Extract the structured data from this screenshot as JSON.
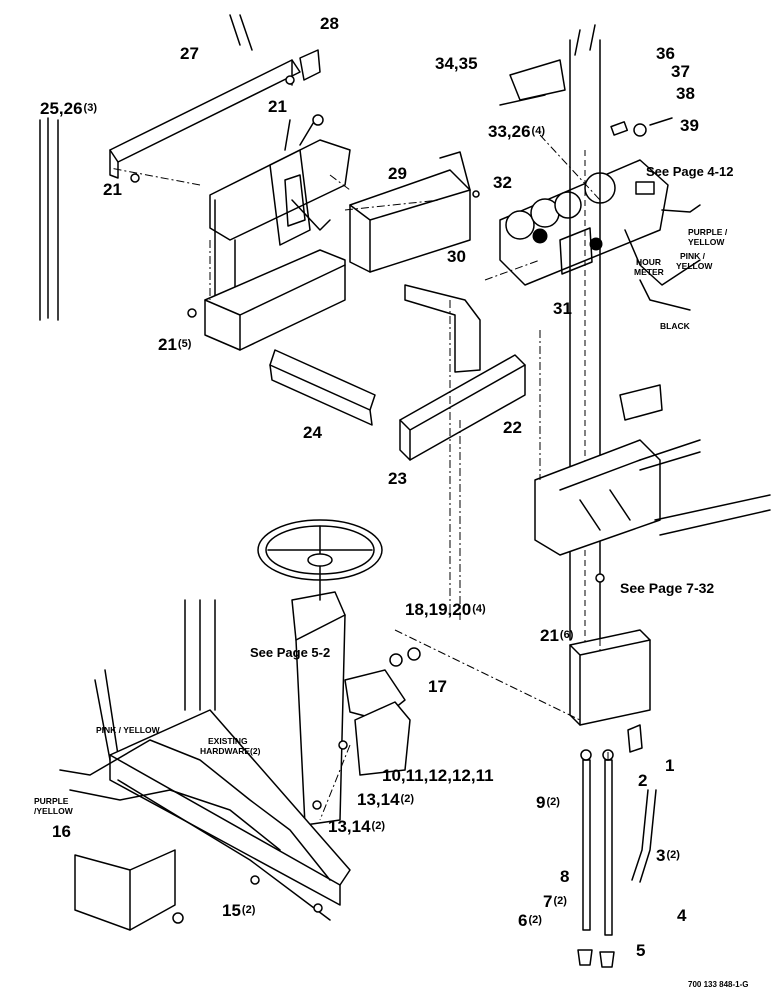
{
  "labels": {
    "l1": "1",
    "l2": "2",
    "l3": "3",
    "l3q": "(2)",
    "l4": "4",
    "l5": "5",
    "l6": "6",
    "l6q": "(2)",
    "l7": "7",
    "l7q": "(2)",
    "l8": "8",
    "l9": "9",
    "l9q": "(2)",
    "l10": "10,11,12,12,11",
    "l13a": "13,14",
    "l13aq": "(2)",
    "l13b": "13,14",
    "l13bq": "(2)",
    "l15": "15",
    "l15q": "(2)",
    "l16": "16",
    "l17": "17",
    "l18": "18,19,20",
    "l18q": "(4)",
    "l21a": "21",
    "l21b": "21",
    "l21c": "21",
    "l21cq": "(5)",
    "l21d": "21",
    "l21dq": "(6)",
    "l22": "22",
    "l23": "23",
    "l24": "24",
    "l25": "25,26",
    "l25q": "(3)",
    "l27": "27",
    "l28": "28",
    "l29": "29",
    "l30": "30",
    "l31": "31",
    "l32": "32",
    "l33": "33,26",
    "l33q": "(4)",
    "l34": "34,35",
    "l36": "36",
    "l37": "37",
    "l38": "38",
    "l39": "39"
  },
  "references": {
    "page_4_12": "See Page 4-12",
    "page_7_32": "See Page 7-32",
    "page_5_2": "See Page 5-2"
  },
  "wire_labels": {
    "purple_yellow_top_1": "PURPLE /",
    "purple_yellow_top_2": "YELLOW",
    "pink_yellow_top_1": "PINK /",
    "pink_yellow_top_2": "YELLOW",
    "hour_meter_1": "HOUR",
    "hour_meter_2": "METER",
    "black": "BLACK",
    "pink_yellow_bottom": "PINK / YELLOW",
    "existing_hw_1": "EXISTING",
    "existing_hw_2": "HARDWARE(2)",
    "purple_yellow_bottom_1": "PURPLE",
    "purple_yellow_bottom_2": "/YELLOW"
  },
  "drawing_code": "700 133 848-1-G"
}
